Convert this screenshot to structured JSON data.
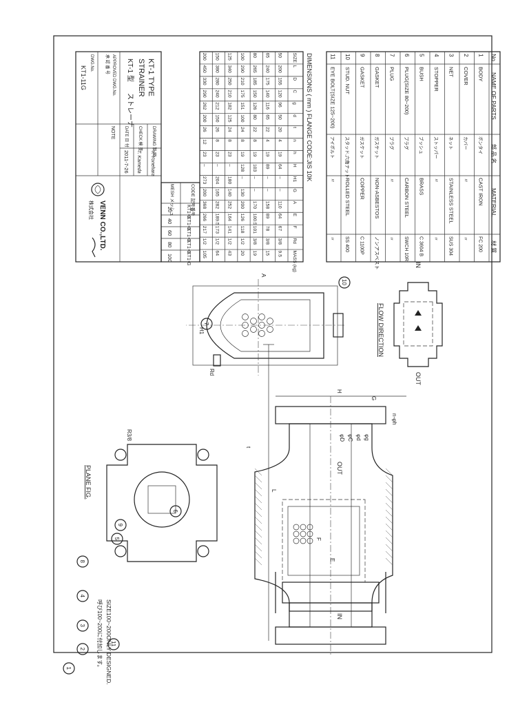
{
  "parts_table": {
    "headers": [
      "No",
      "NAME OF PARTS",
      "部 品 名",
      "MATERIAL",
      "材 質"
    ],
    "rows": [
      [
        "1",
        "BODY",
        "ボンタイ",
        "CAST IRON",
        "FC 200"
      ],
      [
        "2",
        "COVER",
        "カバー",
        "〃",
        "〃"
      ],
      [
        "3",
        "NET",
        "ネット",
        "STAINLESS STEEL",
        "SUS 304"
      ],
      [
        "4",
        "STOPPER",
        "ストッパー",
        "〃",
        "〃"
      ],
      [
        "5",
        "BUSH",
        "ブッシュ",
        "BRASS",
        "C 3604 B"
      ],
      [
        "6",
        "PLUG(SIZE 80~200)",
        "プラグ",
        "CARBON STEEL",
        "SWCH 10R"
      ],
      [
        "7",
        "PLUG",
        "プラグ",
        "〃",
        "〃"
      ],
      [
        "8",
        "GASKET",
        "ガスケット",
        "NON-ASBESTOS",
        "ノンアスベスト"
      ],
      [
        "9",
        "GASKET",
        "ガスケット",
        "COPPER",
        "C 1100P"
      ],
      [
        "10",
        "STUD. NUT",
        "スタッド,六角ナット",
        "ROLLED STEEL",
        "SS 400"
      ],
      [
        "11",
        "EYE BOLT(SIZE 125~200)",
        "アイボルト",
        "〃",
        "〃"
      ]
    ]
  },
  "dimensions_table": {
    "title": "DIMENSIONS ( mm )  FLANGE CODE:JIS 10K",
    "headers": [
      "SIZE",
      "L",
      "D",
      "C",
      "g",
      "t",
      "n",
      "h",
      "H",
      "H1",
      "G",
      "A",
      "E",
      "F",
      "Rd",
      "MASS (kg)"
    ],
    "rows": [
      [
        "50",
        "200",
        "155",
        "120",
        "96",
        "50",
        "20",
        "4",
        "19",
        "64",
        "–",
        "–",
        "110",
        "64",
        "67",
        "3/8",
        "9.5"
      ],
      [
        "65",
        "240",
        "175",
        "140",
        "116",
        "65",
        "22",
        "4",
        "19",
        "89",
        "–",
        "–",
        "158",
        "89",
        "78",
        "3/8",
        "15"
      ],
      [
        "80",
        "265",
        "185",
        "150",
        "126",
        "80",
        "22",
        "8",
        "19",
        "103",
        "–",
        "–",
        "170",
        "100.5",
        "101",
        "3/8",
        "19"
      ],
      [
        "100",
        "290",
        "210",
        "175",
        "151",
        "100",
        "24",
        "8",
        "19",
        "128",
        "–",
        "130",
        "200",
        "126",
        "118",
        "1/2",
        "20"
      ],
      [
        "125",
        "340",
        "250",
        "210",
        "182",
        "125",
        "24",
        "8",
        "23",
        "–",
        "180",
        "140",
        "252",
        "164",
        "141",
        "1/2",
        "43"
      ],
      [
        "150",
        "380",
        "280",
        "240",
        "212",
        "150",
        "26",
        "8",
        "23",
        "–",
        "204",
        "165",
        "282",
        "189.5",
        "173",
        "1/2",
        "64"
      ],
      [
        "200",
        "450",
        "330",
        "290",
        "262",
        "200",
        "26",
        "12",
        "23",
        "–",
        "273",
        "200",
        "368",
        "266",
        "217",
        "1/2",
        "105"
      ]
    ]
  },
  "mesh_table": {
    "headers": [
      "CODE 記号番号",
      "MESH メッシュ"
    ],
    "rows": [
      [
        "KT1-G",
        "20"
      ],
      [
        "KT1-G",
        "40"
      ],
      [
        "KT1-G",
        "60"
      ],
      [
        "KT1-G",
        "80"
      ],
      [
        "KT1-G",
        "100"
      ]
    ]
  },
  "title_block": {
    "title_en_1": "KT-1 TYPE",
    "title_en_2": "STRAINER",
    "title_jp_1": "KT-1 型",
    "title_jp_2": "ストレーナ",
    "drawing_label": "DRAWING 製 図",
    "drawing_sign": "Y. Yonehara",
    "check_label": "CHECK 検 査",
    "check_sign": "T. Kameda",
    "date_label": "DATE 日 付",
    "date_value": "2011-7-26",
    "note_label": "NOTE",
    "approved_label": "APPROVED DWG.No.",
    "approved_jp": "承 認 番 号",
    "dwg_no_label": "DWG.No.",
    "dwg_no_value": "KT1-11G",
    "company": "VENN CO.,LTD.",
    "company_jp": "株式会社"
  },
  "labels": {
    "flow_direction": "FLOW DIRECTION",
    "plane_fig": "PLANE FIG.",
    "in": "IN",
    "out": "OUT",
    "r38": "R3/8",
    "rd": "Rd",
    "size_note_en": "SIZE100~200ONLY DESIGNED.",
    "size_note_jp": "呼び100~200に付加します。",
    "dim_L": "L",
    "dim_H": "H",
    "dim_H1": "H1",
    "dim_G": "G",
    "dim_A": "A",
    "dim_E": "E",
    "dim_F": "F",
    "dim_D": "φD",
    "dim_C": "φC",
    "dim_g": "φg",
    "dim_d": "φd",
    "dim_t": "t",
    "dim_nh": "n-φh"
  },
  "balloons": [
    "1",
    "2",
    "3",
    "4",
    "5",
    "6",
    "7",
    "8",
    "9",
    "10",
    "11"
  ]
}
